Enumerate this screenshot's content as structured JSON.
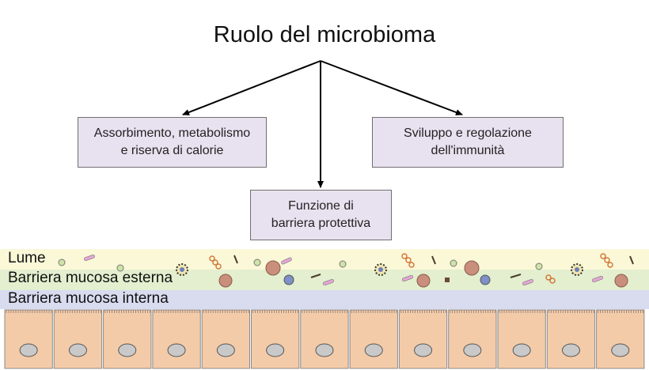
{
  "title": "Ruolo del microbioma",
  "boxes": {
    "left": "Assorbimento, metabolismo\ne riserva di calorie",
    "right": "Sviluppo e regolazione\ndell'immunità",
    "center": "Funzione di\nbarriera protettiva"
  },
  "layers": {
    "lume": "Lume",
    "outer_mucus": "Barriera mucosa esterna",
    "inner_mucus": "Barriera mucosa interna"
  },
  "colors": {
    "box_fill": "#e8e2f0",
    "lume": "#fbf8d8",
    "outer_mucus": "#e3efcf",
    "inner_mucus": "#d9dbef",
    "epithelium": "#f4cba8",
    "nucleus": "#c9c9c9"
  },
  "epithelium": {
    "cell_count": 13
  }
}
